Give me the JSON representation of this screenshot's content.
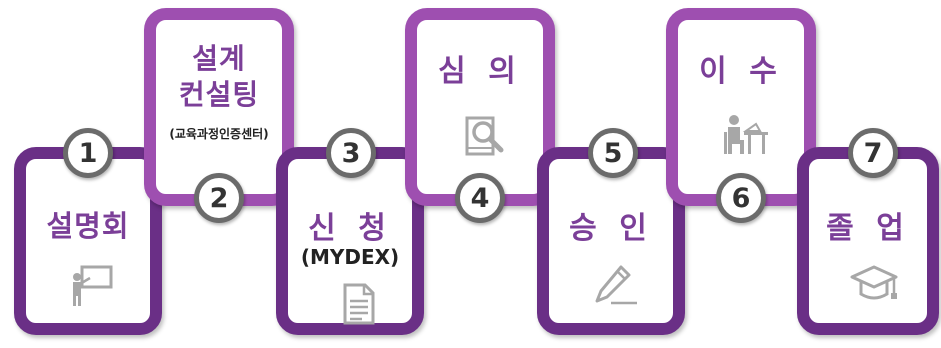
{
  "colors": {
    "accent": "#7b3f98",
    "accent_light": "#9e4fb0",
    "icon": "#a7a7a7",
    "badge_border": "#6b6b6b"
  },
  "steps": [
    {
      "number": "1",
      "title": "설명회",
      "icon": "presentation-icon"
    },
    {
      "number": "2",
      "title_line1": "설계",
      "title_line2": "컨설팅",
      "subtitle": "(교육과정인증센터)"
    },
    {
      "number": "3",
      "title": "신 청",
      "subtitle": "(MYDEX)",
      "icon": "document-icon"
    },
    {
      "number": "4",
      "title": "심 의",
      "icon": "magnifier-book-icon"
    },
    {
      "number": "5",
      "title": "승 인",
      "icon": "pen-sign-icon"
    },
    {
      "number": "6",
      "title": "이 수",
      "icon": "student-desk-icon"
    },
    {
      "number": "7",
      "title": "졸 업",
      "icon": "graduation-cap-icon"
    }
  ]
}
